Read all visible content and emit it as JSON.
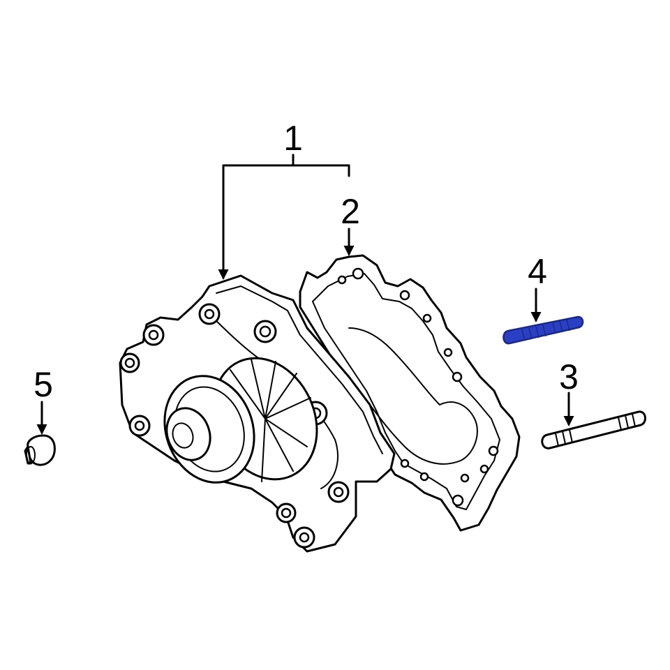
{
  "diagram": {
    "callouts": [
      {
        "id": "1",
        "label": "1"
      },
      {
        "id": "2",
        "label": "2"
      },
      {
        "id": "3",
        "label": "3"
      },
      {
        "id": "4",
        "label": "4"
      },
      {
        "id": "5",
        "label": "5"
      }
    ],
    "colors": {
      "line": "#000000",
      "background": "#ffffff",
      "highlight": "#2b3fc4"
    },
    "highlighted_part": "4"
  }
}
